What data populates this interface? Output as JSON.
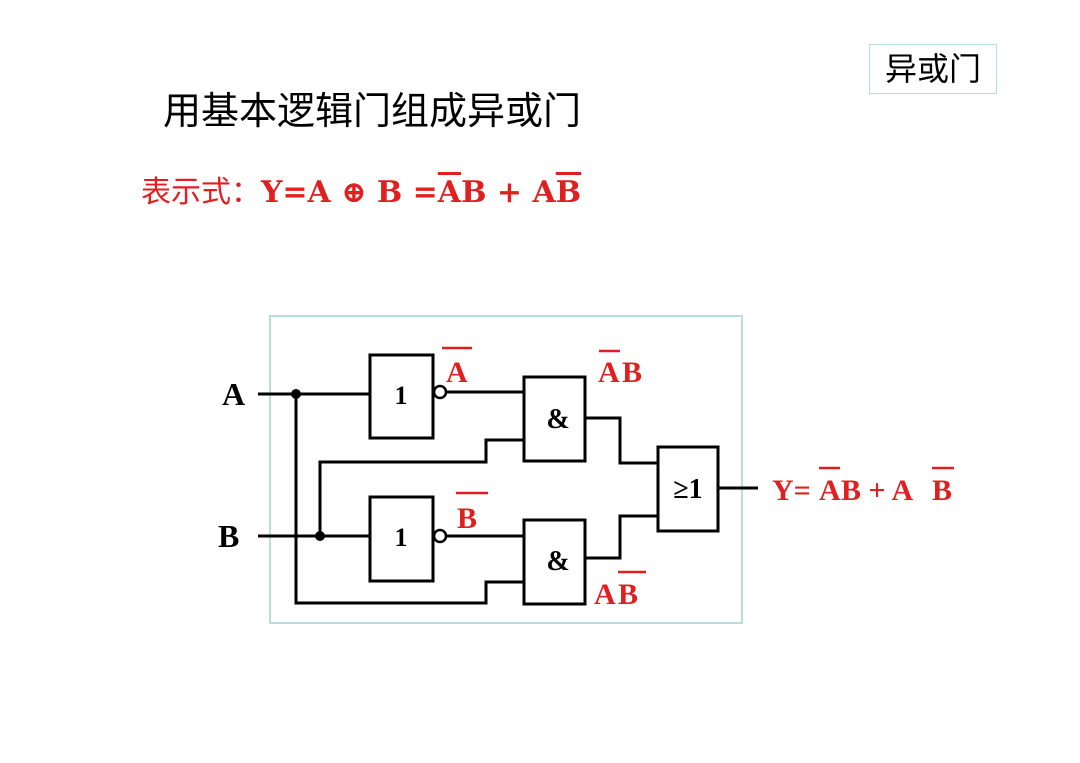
{
  "header": {
    "tag": "异或门",
    "title": "用基本逻辑门组成异或门"
  },
  "expression": {
    "label": "表示式：",
    "y_eq": "Y=A ⊕ B =",
    "term1_bar": "A",
    "term1_rest": "B + A",
    "term2_bar": "B"
  },
  "diagram": {
    "input_a": "A",
    "input_b": "B",
    "not_gate_top": "1",
    "not_gate_bottom": "1",
    "and_gate_top": "&",
    "and_gate_bottom": "&",
    "or_gate": "≥1",
    "label_a_bar": "A",
    "label_b_bar": "B",
    "label_top_term_bar": "A",
    "label_top_term_rest": "B",
    "label_bottom_term_a": "A",
    "label_bottom_term_bar": "B",
    "output_prefix": "Y=",
    "output_bar1": "A",
    "output_mid": "B + A",
    "output_bar2": "B"
  },
  "colors": {
    "accent_red": "#e02020",
    "frame_border": "#b9dcdc",
    "wire": "#000000"
  }
}
